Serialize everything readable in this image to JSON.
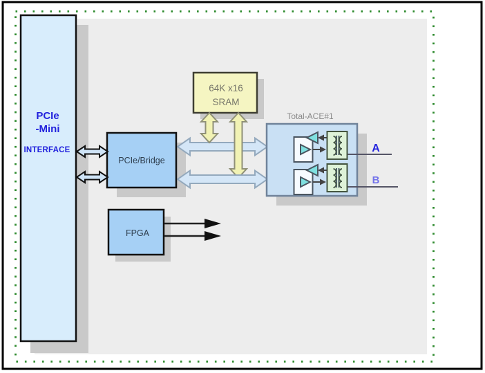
{
  "diagram": {
    "blocks": {
      "pcie_mini": {
        "line1": "PCIe",
        "line2": "-Mini",
        "line3": "INTERFACE"
      },
      "bridge": {
        "label": "PCIe/Bridge"
      },
      "sram": {
        "line1": "64K x16",
        "line2": "SRAM"
      },
      "total_ace": {
        "label": "Total-ACE#1"
      },
      "fpga": {
        "label": "FPGA"
      }
    },
    "channels": {
      "a_label": "A",
      "b_label": "B"
    },
    "icons": {
      "bidirectional_arrow": "double-headed arrow",
      "transceiver": "triangle buffer pair",
      "transformer": "coupling transformer"
    },
    "colors": {
      "frame": "#000000",
      "dotted_border": "#2e8b2e",
      "canvas_gray": "#ededed",
      "shadow": "#c9c9c9",
      "light_blue_box": "#d8edfc",
      "mid_blue_box": "#a6d0f5",
      "ace_box": "#c9e0f4",
      "ace_border": "#70839a",
      "sram_fill": "#f5f5c2",
      "yellow_arrow": "#f1f2b4",
      "blue_arrow": "#d4e6f7",
      "channel_green": "#def2d8",
      "channel_white": "#f7fbff",
      "triangle_cyan": "#7fe0e0",
      "label_blue": "#2222dd",
      "label_b_blue": "#7373ea",
      "gray_text": "#8a8a8a"
    }
  }
}
